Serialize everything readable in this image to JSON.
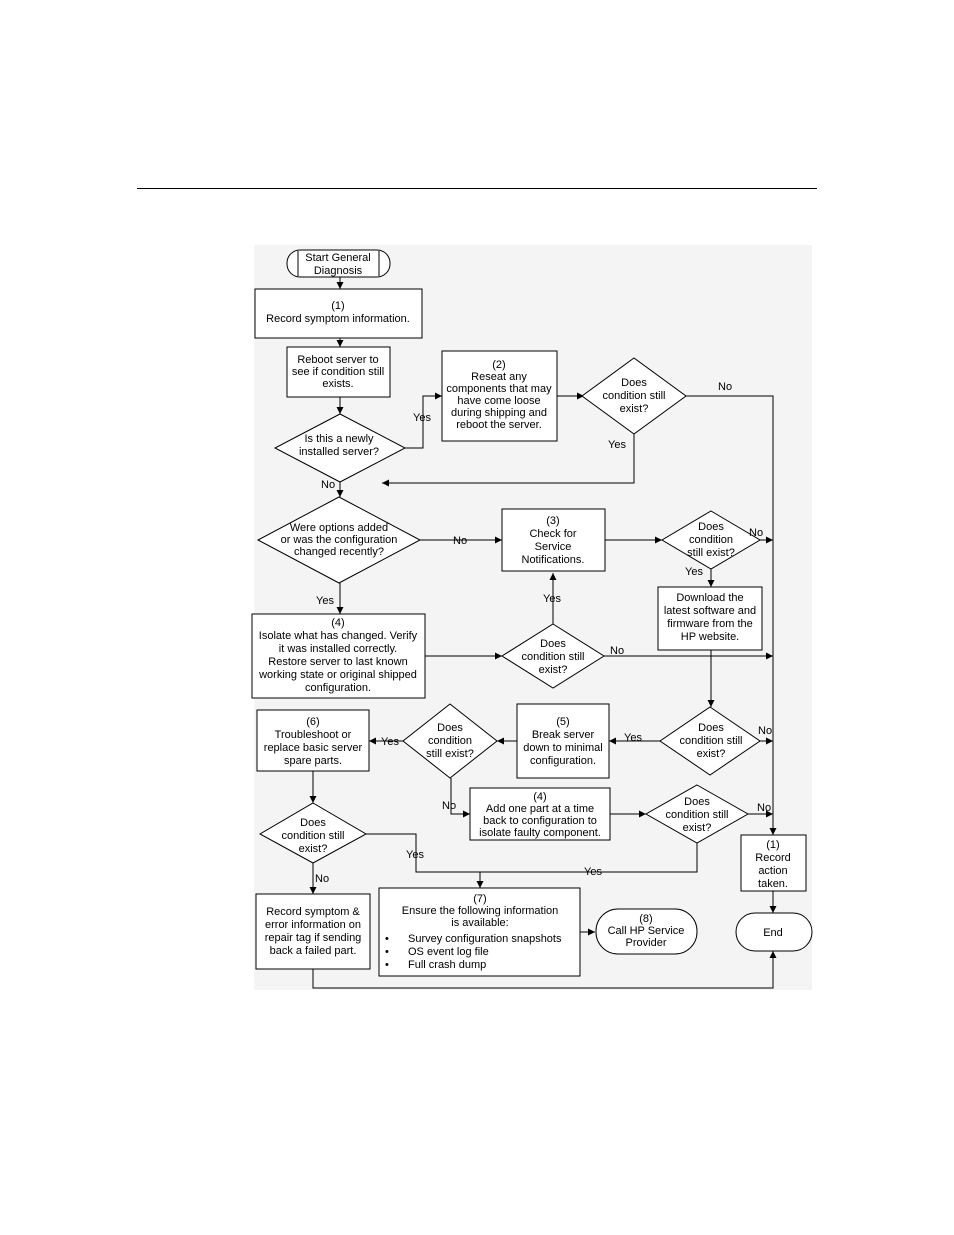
{
  "nodes": {
    "start": [
      "Start General",
      "Diagnosis"
    ],
    "record_symptom": [
      "(1)",
      "Record symptom information."
    ],
    "reboot": [
      "Reboot server to",
      "see if condition still",
      "exists."
    ],
    "reseat": [
      "(2)",
      "Reseat any",
      "components that may",
      "have come loose",
      "during shipping and",
      "reboot the server."
    ],
    "dec_reseat": [
      "Does",
      "condition still",
      "exist?"
    ],
    "dec_new": [
      "Is this a newly",
      "installed server?"
    ],
    "dec_options": [
      "Were options added",
      "or was the configuration",
      "changed recently?"
    ],
    "service_notif": [
      "(3)",
      "Check for",
      "Service",
      "Notifications."
    ],
    "dec_notif": [
      "Does",
      "condition",
      "still exist?"
    ],
    "download": [
      "Download the",
      "latest software and",
      "firmware from the",
      "HP website."
    ],
    "isolate": [
      "(4)",
      "Isolate what has changed. Verify",
      "it was installed correctly.",
      "Restore server to last known",
      "working state or original shipped",
      "configuration."
    ],
    "dec_isolate": [
      "Does",
      "condition still",
      "exist?"
    ],
    "troubleshoot": [
      "(6)",
      "Troubleshoot or",
      "replace basic server",
      "spare parts."
    ],
    "dec_minimal": [
      "Does",
      "condition",
      "still exist?"
    ],
    "break": [
      "(5)",
      "Break server",
      "down to minimal",
      "configuration."
    ],
    "dec_download": [
      "Does",
      "condition still",
      "exist?"
    ],
    "add_part": [
      "(4)",
      "Add one part at a time",
      "back to configuration to",
      "isolate faulty component."
    ],
    "dec_addpart": [
      "Does",
      "condition still",
      "exist?"
    ],
    "dec_troubleshoot": [
      "Does",
      "condition still",
      "exist?"
    ],
    "record_action": [
      "(1)",
      "Record",
      "action",
      "taken."
    ],
    "record_tag": [
      "Record symptom &",
      "error information on",
      "repair tag if sending",
      "back a failed part."
    ],
    "ensure": [
      "(7)",
      "Ensure the following information",
      "is available:"
    ],
    "call_hp": [
      "(8)",
      "Call HP Service",
      "Provider"
    ],
    "end": [
      "End"
    ]
  },
  "ensure_bullets": [
    "Survey configuration snapshots",
    "OS event log file",
    "Full crash dump"
  ],
  "bullet_char": "•",
  "edge_labels": {
    "yes_new": "Yes",
    "no_reseat": "No",
    "yes_reseat": "Yes",
    "no_new": "No",
    "no_options": "No",
    "no_notif": "No",
    "yes_notif": "Yes",
    "yes_options": "Yes",
    "yes_isolate": "Yes",
    "no_isolate": "No",
    "yes_minimal": "Yes",
    "no_minimal": "No",
    "yes_download": "Yes",
    "no_download": "No",
    "no_addpart": "No",
    "yes_addpart": "Yes",
    "yes_troubleshoot": "Yes",
    "no_troubleshoot": "No"
  }
}
